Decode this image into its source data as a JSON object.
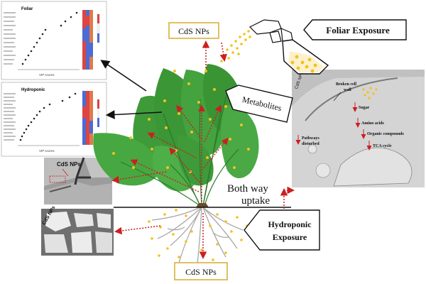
{
  "labels": {
    "cds_top": "CdS NPs",
    "cds_bottom": "CdS NPs",
    "foliar_exposure": "Foliar Exposure",
    "metabolites": "Metabolites",
    "hydroponic_line1": "Hydroponic",
    "hydroponic_line2": "Exposure",
    "both_way_line1": "Both way",
    "both_way_line2": "uptake"
  },
  "vip_charts": {
    "foliar_title": "Foliar",
    "foliar_xaxis": "VIP scores",
    "hydroponic_title": "Hydroponic",
    "hydroponic_xaxis": "VIP scores"
  },
  "tem_images": {
    "leaf_label": "CdS NPs",
    "root_label": "CdS NPs"
  },
  "cell_micrograph": {
    "cds_label": "CdS NPs",
    "wall_label_line1": "Broken cell",
    "wall_label_line2": "wall",
    "sugar": "Sugar",
    "amino_acids": "Amino acids",
    "organic_compounds": "Organic compounds",
    "tca_cycle": "TCA cycle",
    "pathways_line1": "Pathways",
    "pathways_line2": "disturbed"
  },
  "colors": {
    "leaf": "#3f9a3a",
    "leaf_dark": "#2c7a2a",
    "nanoparticle": "#f2c21b",
    "arrow_red": "#cc1f1f",
    "box_border": "#333333",
    "cds_box_border": "#d9b13a"
  }
}
